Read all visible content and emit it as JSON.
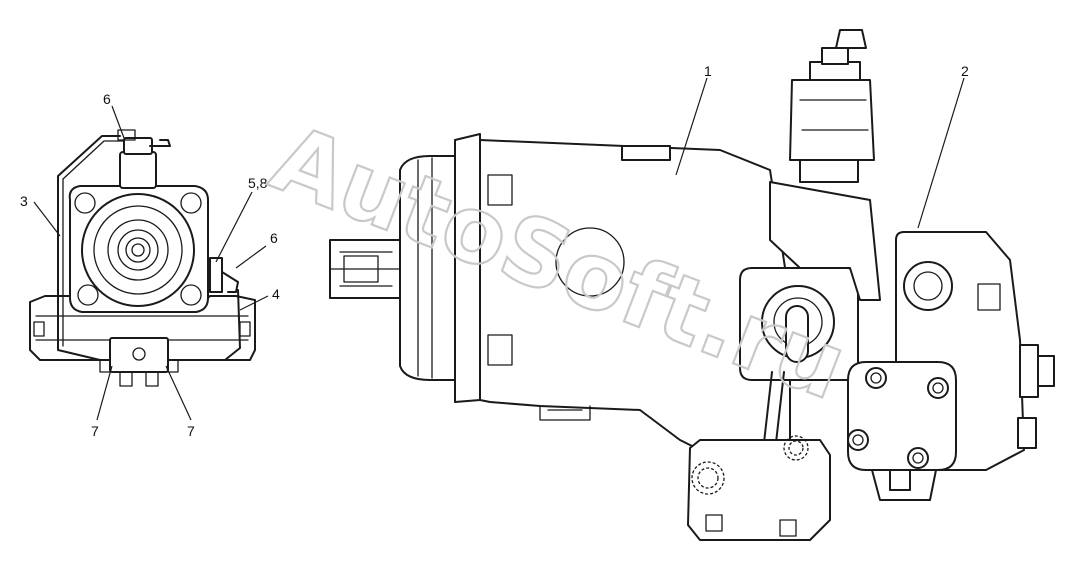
{
  "callouts": [
    {
      "id": "label-1",
      "text": "1"
    },
    {
      "id": "label-2",
      "text": "2"
    },
    {
      "id": "label-3",
      "text": "3"
    },
    {
      "id": "label-4",
      "text": "4"
    },
    {
      "id": "label-5-8",
      "text": "5,8"
    },
    {
      "id": "label-6-top",
      "text": "6"
    },
    {
      "id": "label-6-side",
      "text": "6"
    },
    {
      "id": "label-7-left",
      "text": "7"
    },
    {
      "id": "label-7-right",
      "text": "7"
    }
  ],
  "watermark": {
    "line1": "AutoSoft.ru"
  }
}
